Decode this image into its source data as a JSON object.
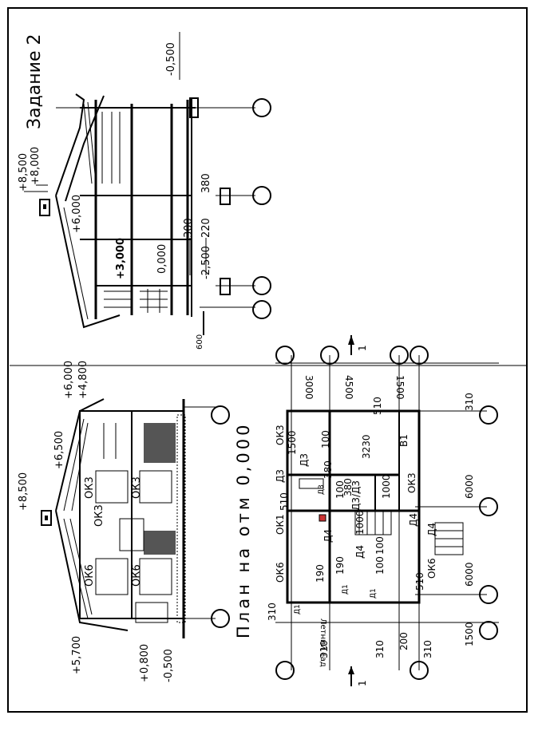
{
  "task_title": "Задание 2",
  "plan_title": "План на отм 0,000",
  "section_marker": "1",
  "section_levels": [
    "+8,500",
    "+8,000",
    "+6,000",
    "+3,000",
    "0,000",
    "-2,500",
    "-0,500"
  ],
  "section_dims": [
    "380",
    "300",
    "220",
    "600"
  ],
  "facade_levels": [
    "+8,500",
    "+6,500",
    "+6,000",
    "+4,800",
    "+5,700",
    "+0,800",
    "-0,500"
  ],
  "window_labels": [
    "ОК3",
    "ОК3",
    "ОК3",
    "ОК6",
    "ОК6"
  ],
  "plan_dims": {
    "top_chain": [
      "3000",
      "4500",
      "1500"
    ],
    "side_chain": [
      "6000",
      "6000",
      "1500"
    ],
    "small": [
      "310",
      "310",
      "310",
      "310",
      "310",
      "510",
      "510",
      "510",
      "100",
      "1500",
      "100",
      "380",
      "3230",
      "380",
      "1000",
      "100",
      "1000",
      "190",
      "190",
      "100",
      "200"
    ]
  },
  "plan_labels": {
    "windows": [
      "ОК3",
      "ОК3",
      "ОК1",
      "ОК6",
      "ОК6"
    ],
    "doors": [
      "Д3",
      "Д3",
      "Д3",
      "Д3/Д3",
      "Д4",
      "Д4",
      "Д4",
      "Д4",
      "Д1",
      "Д1",
      "Д1"
    ],
    "other": [
      "В1",
      "Летний сад"
    ]
  }
}
